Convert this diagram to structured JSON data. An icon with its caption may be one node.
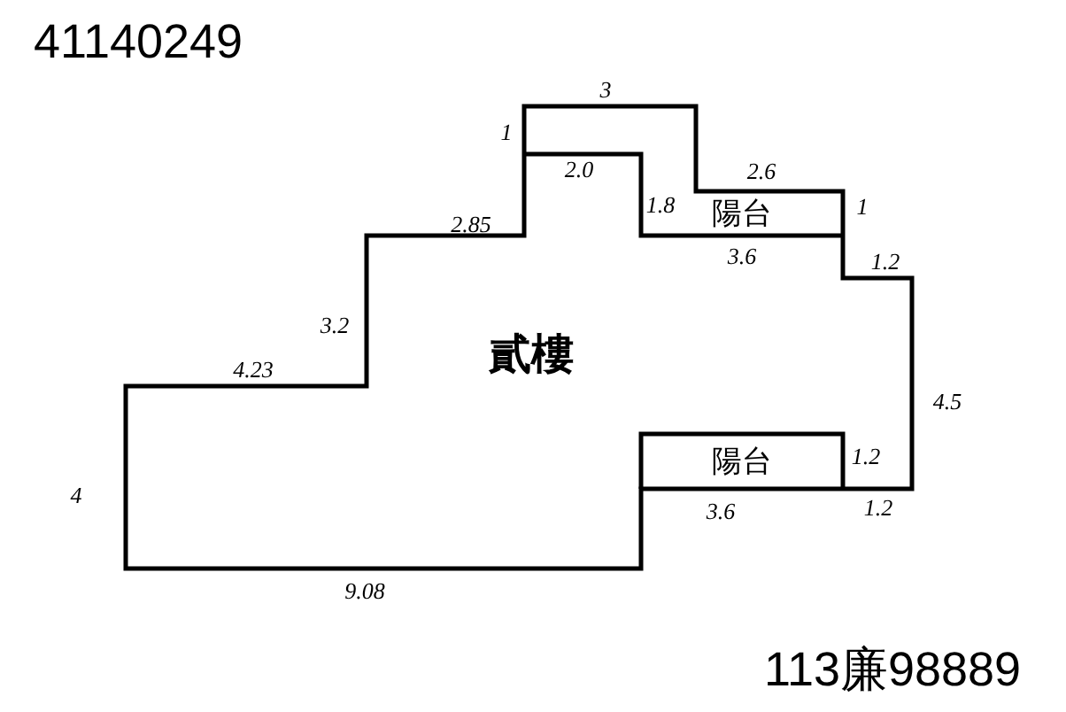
{
  "diagram": {
    "nodes": [
      {
        "text": [
          "貳樓"
        ]
      },
      {
        "text": [
          "陽台"
        ]
      },
      {
        "text": [
          "陽台"
        ]
      }
    ],
    "edges": [],
    "labels": [
      "41140249",
      "3",
      "1",
      "2.0",
      "2.6",
      "1.8",
      "1",
      "2.85",
      "3.6",
      "1.2",
      "3.2",
      "4.23",
      "4.5",
      "1.2",
      "4",
      "3.6",
      "1.2",
      "9.08",
      "113廉98889"
    ]
  }
}
